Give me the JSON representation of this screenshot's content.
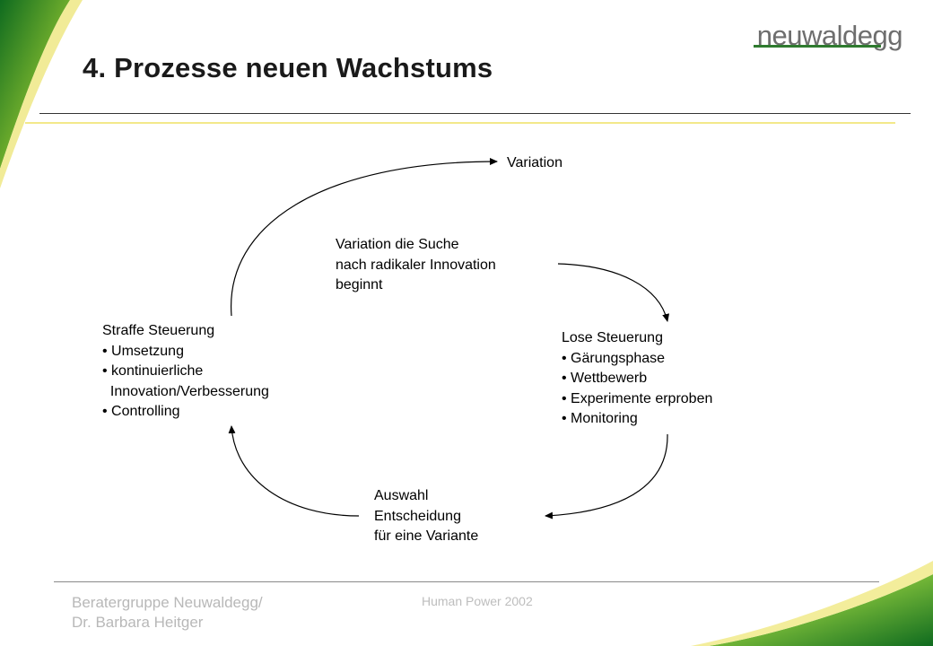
{
  "slide": {
    "title": "4. Prozesse neuen Wachstums",
    "logo_text": "neuwaldegg"
  },
  "diagram": {
    "top_label": "Variation",
    "center_text": [
      "Variation die Suche",
      "nach radikaler Innovation",
      "beginnt"
    ],
    "right_block": [
      "Lose Steuerung",
      "• Gärungsphase",
      "• Wettbewerb",
      "• Experimente erproben",
      "• Monitoring"
    ],
    "bottom_block": [
      "Auswahl",
      "Entscheidung",
      "für eine Variante"
    ],
    "left_block": [
      "Straffe Steuerung",
      "• Umsetzung",
      "• kontinuierliche",
      "  Innovation/Verbesserung",
      "• Controlling"
    ]
  },
  "footer": {
    "left_lines": [
      "Beratergruppe Neuwaldegg/",
      "Dr. Barbara Heitger"
    ],
    "center": "Human Power 2002"
  },
  "colors": {
    "accent_green": "#2f7a2f",
    "accent_yellow": "#e8e27a",
    "footer_gray": "#b8b8b8"
  }
}
